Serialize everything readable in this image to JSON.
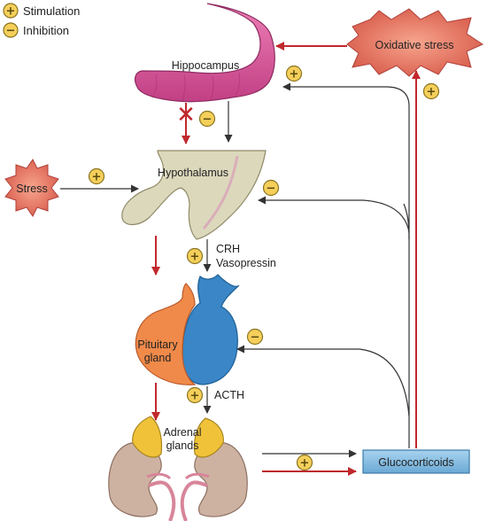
{
  "colors": {
    "red_arrow": "#c0282d",
    "black_arrow": "#333333",
    "badge_fill": "#f5cf5a",
    "badge_stroke": "#8a7420",
    "burst_fill": "#e57060",
    "hippocampus": "#d8589a",
    "hypothalamus": "#dcd8bc",
    "pituitary_anterior": "#f08a4a",
    "pituitary_posterior": "#3a86c6",
    "adrenal": "#f0c23a",
    "kidney": "#cdb2a2",
    "glucocorticoids_box": "#8ec3e6"
  },
  "legend": {
    "stimulation_symbol": "+",
    "stimulation_label": "Stimulation",
    "inhibition_symbol": "−",
    "inhibition_label": "Inhibition"
  },
  "labels": {
    "hippocampus": "Hippocampus",
    "hypothalamus": "Hypothalamus",
    "stress": "Stress",
    "oxidative_stress": "Oxidative stress",
    "crh": "CRH",
    "vasopressin": "Vasopressin",
    "pituitary_line1": "Pituitary",
    "pituitary_line2": "gland",
    "acth": "ACTH",
    "adrenal_line1": "Adrenal",
    "adrenal_line2": "glands",
    "glucocorticoids": "Glucocorticoids"
  },
  "badges": {
    "plus": "+",
    "minus": "−",
    "blocked": "✕"
  }
}
